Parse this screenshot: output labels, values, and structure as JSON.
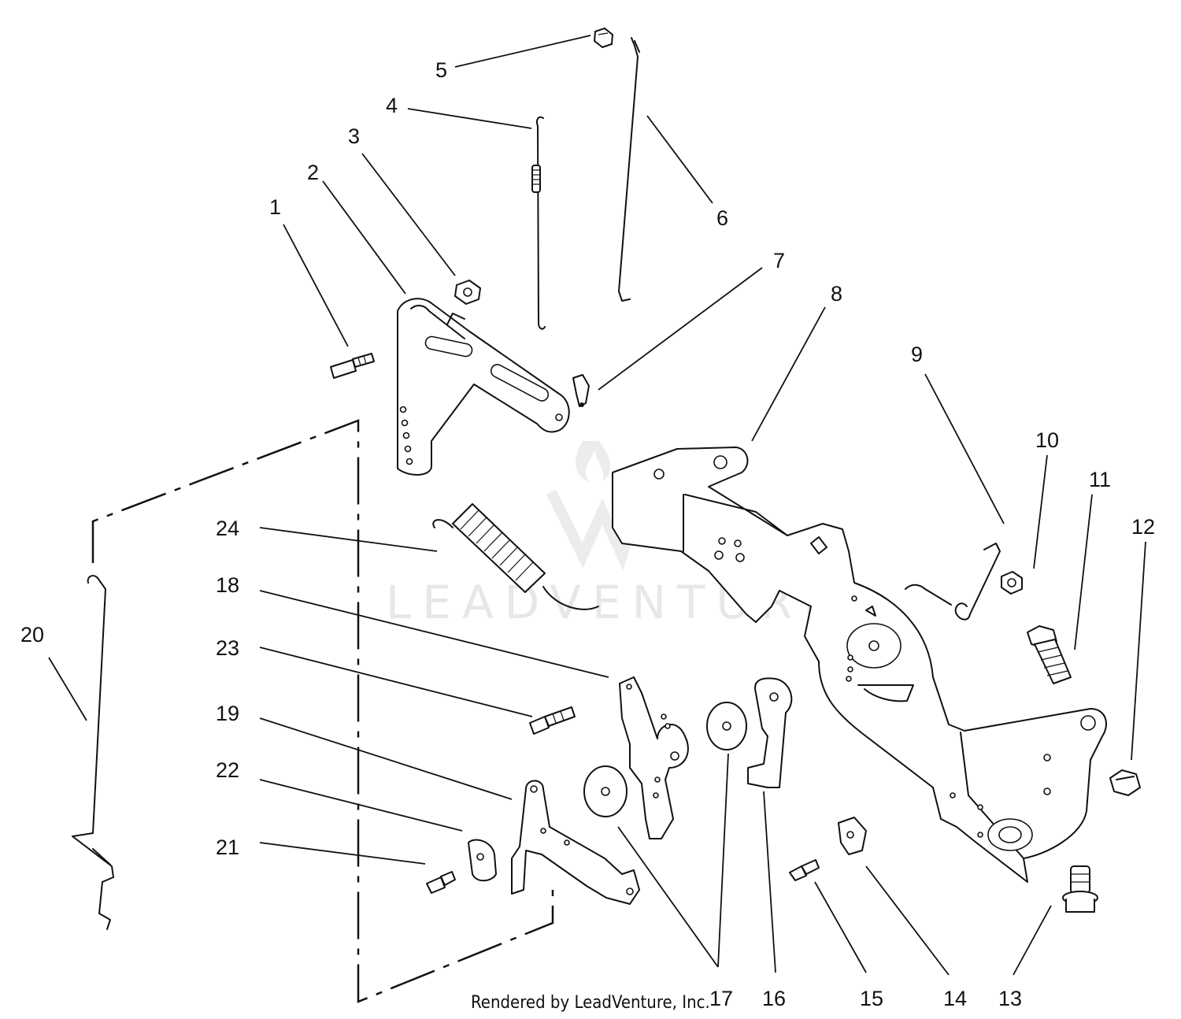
{
  "diagram": {
    "credit": "Rendered by LeadVenture, Inc.",
    "watermark": "LEADVENTURE",
    "callouts": [
      {
        "id": "1",
        "label": "1"
      },
      {
        "id": "2",
        "label": "2"
      },
      {
        "id": "3",
        "label": "3"
      },
      {
        "id": "4",
        "label": "4"
      },
      {
        "id": "5",
        "label": "5"
      },
      {
        "id": "6",
        "label": "6"
      },
      {
        "id": "7",
        "label": "7"
      },
      {
        "id": "8",
        "label": "8"
      },
      {
        "id": "9",
        "label": "9"
      },
      {
        "id": "10",
        "label": "10"
      },
      {
        "id": "11",
        "label": "11"
      },
      {
        "id": "12",
        "label": "12"
      },
      {
        "id": "13",
        "label": "13"
      },
      {
        "id": "14",
        "label": "14"
      },
      {
        "id": "15",
        "label": "15"
      },
      {
        "id": "16",
        "label": "16"
      },
      {
        "id": "17",
        "label": "17"
      },
      {
        "id": "18",
        "label": "18"
      },
      {
        "id": "19",
        "label": "19"
      },
      {
        "id": "20",
        "label": "20"
      },
      {
        "id": "21",
        "label": "21"
      },
      {
        "id": "22",
        "label": "22"
      },
      {
        "id": "23",
        "label": "23"
      },
      {
        "id": "24",
        "label": "24"
      }
    ]
  }
}
